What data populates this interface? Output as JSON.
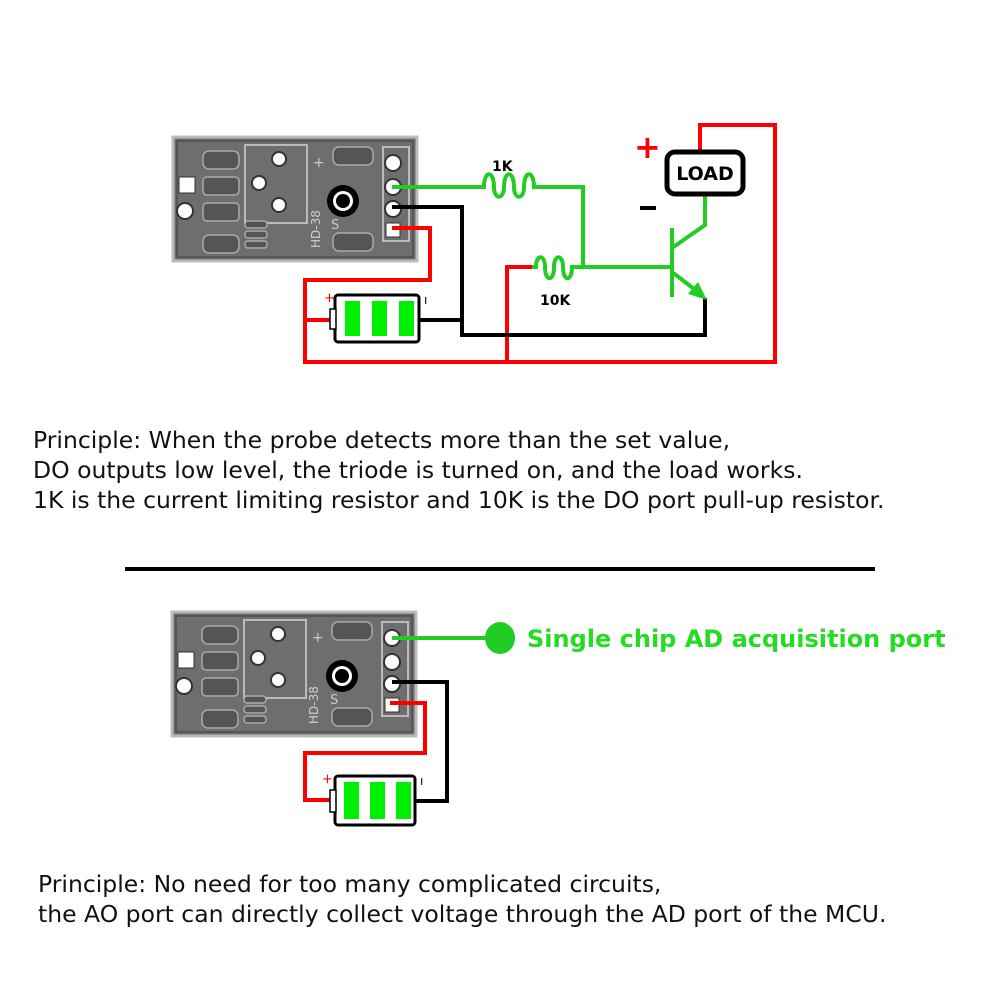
{
  "top_circuit": {
    "resistor_1_label": "1K",
    "resistor_2_label": "10K",
    "load_label": "LOAD",
    "load_plus": "+",
    "load_minus": "-",
    "battery_plus": "+",
    "battery_minus": "ı",
    "pcb_marking": "HD-38"
  },
  "top_text": {
    "lines": [
      "Principle: When the probe detects more than the set value,",
      "DO outputs low level, the triode is turned on, and the load works.",
      "1K is the current limiting resistor and 10K is the DO port pull-up resistor."
    ]
  },
  "bottom_circuit": {
    "port_label": "Single chip AD acquisition port",
    "battery_plus": "+",
    "battery_minus": "ı",
    "pcb_marking": "HD-38"
  },
  "bottom_text": {
    "lines": [
      "Principle: No need for too many complicated circuits,",
      "the AO port can directly collect voltage through the AD port of the MCU."
    ]
  },
  "colors": {
    "wire_red": "#ff0000",
    "wire_green": "#22cc22",
    "wire_black": "#000000",
    "battery_cell": "#00ee00",
    "port_label": "#22dd22",
    "pcb": "#6e6e6e"
  }
}
